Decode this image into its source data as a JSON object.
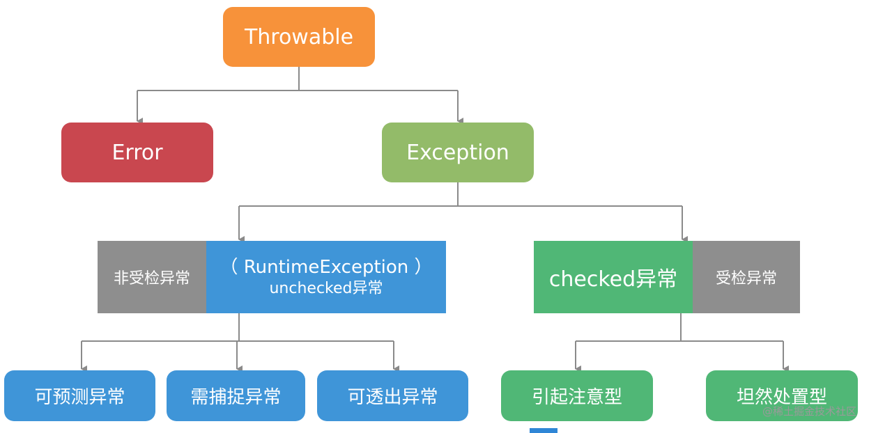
{
  "nodes": {
    "throwable": "Throwable",
    "error": "Error",
    "exception": "Exception",
    "unchecked_label": "非受检异常",
    "runtime_line1": "（ RuntimeException ）",
    "runtime_line2": "unchecked异常",
    "checked": "checked异常",
    "checked_label": "受检异常"
  },
  "leaves": {
    "predictable": "可预测异常",
    "must_catch": "需捕捉异常",
    "pass_through": "可透出异常",
    "cause_attention": "引起注意型",
    "handle_calmly": "坦然处置型"
  },
  "watermark": "@稀土掘金技术社区",
  "colors": {
    "throwable": "#f7923a",
    "error": "#c9474f",
    "exception": "#93bb69",
    "runtime": "#3f95d8",
    "checked": "#50b776",
    "label_gray": "#8e8e8e",
    "connector": "#8a8a8a"
  }
}
